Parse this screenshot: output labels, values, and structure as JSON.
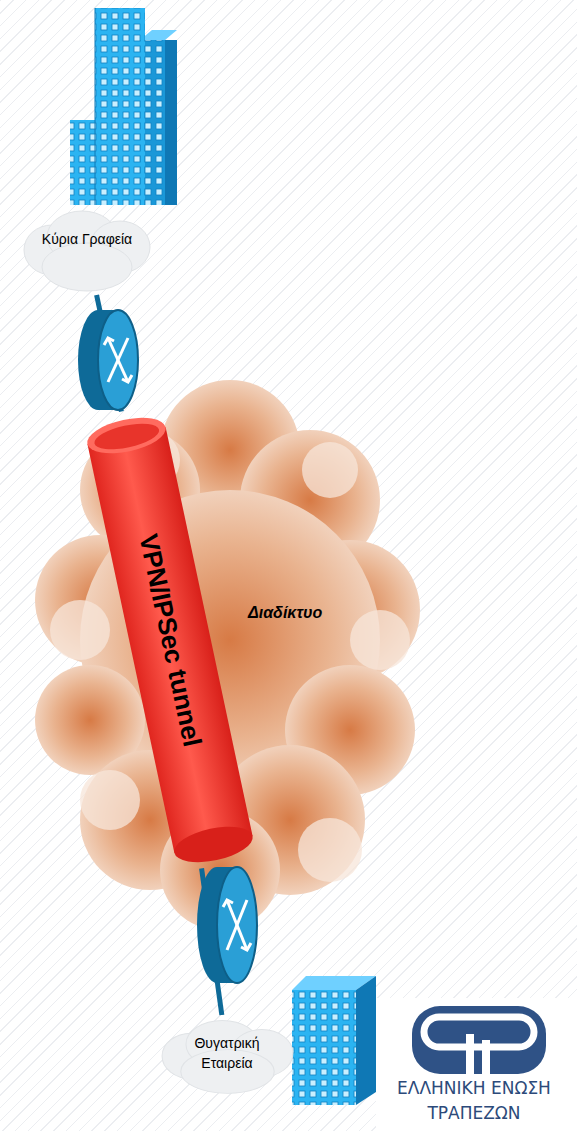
{
  "diagram": {
    "nodes": [
      {
        "text": [
          "Κύρια Γραφεία"
        ]
      },
      {
        "text": [
          "Διαδίκτυο"
        ]
      },
      {
        "text": [
          "VPN/IPSec tunnel"
        ],
        "in": 1
      },
      {
        "text": [
          "Θυγατρική Εταιρεία"
        ]
      }
    ],
    "edges": [
      {
        "from": 0,
        "to": 2,
        "arrow": "none"
      },
      {
        "from": 2,
        "to": 3,
        "arrow": "none"
      }
    ],
    "labels": [
      "ΕΛΛΗΝΙΚΗ ΕΝΩΣΗ ΤΡΑΠΕΖΩΝ"
    ]
  }
}
